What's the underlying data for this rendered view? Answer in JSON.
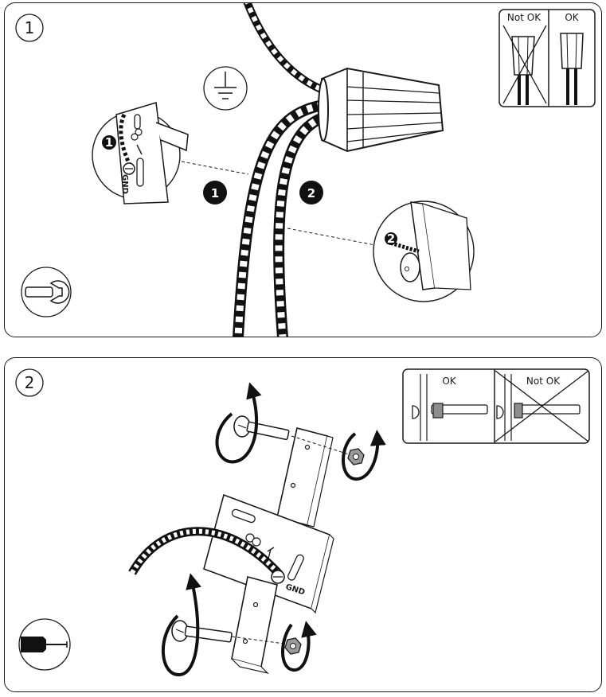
{
  "panel1": {
    "step": "1",
    "callout_left": "1",
    "callout_right": "2",
    "label_1": "1",
    "label_2": "2",
    "gnd": "GND",
    "inset": {
      "bad": "Not OK",
      "good": "OK"
    }
  },
  "panel2": {
    "step": "2",
    "gnd": "GND",
    "inset": {
      "good": "OK",
      "bad": "Not OK"
    }
  },
  "icons": [
    "ground-symbol-icon",
    "wrench-icon",
    "screwdriver-icon",
    "wire-nut-icon",
    "rotate-arrow-icon"
  ]
}
